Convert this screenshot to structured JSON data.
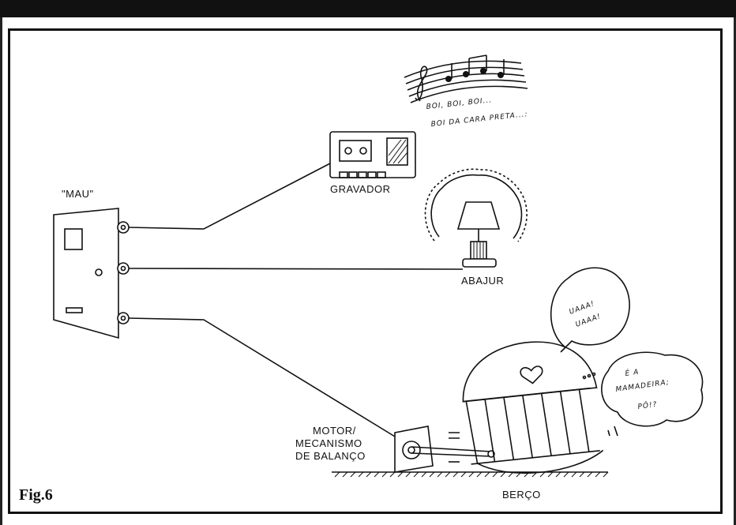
{
  "labels": {
    "mau": "\"MAU\"",
    "gravador": "GRAVADOR",
    "abajur": "ABAJUR",
    "motor_line1": "MOTOR/",
    "motor_line2": "MECANISMO",
    "motor_line3": "DE BALANÇO",
    "berco": "BERÇO",
    "figure": "Fig.6"
  },
  "speech": {
    "song_line1": "BOI, BOI, BOI...",
    "song_line2": "BOI DA CARA PRETA...:",
    "baby_line1": "UAAA!",
    "baby_line2": "UAAA!",
    "mom_line1": "É A",
    "mom_line2": "MAMADEIRA;",
    "mom_line3": "PÔ!?"
  },
  "colors": {
    "ink": "#111111",
    "paper": "#ffffff"
  }
}
